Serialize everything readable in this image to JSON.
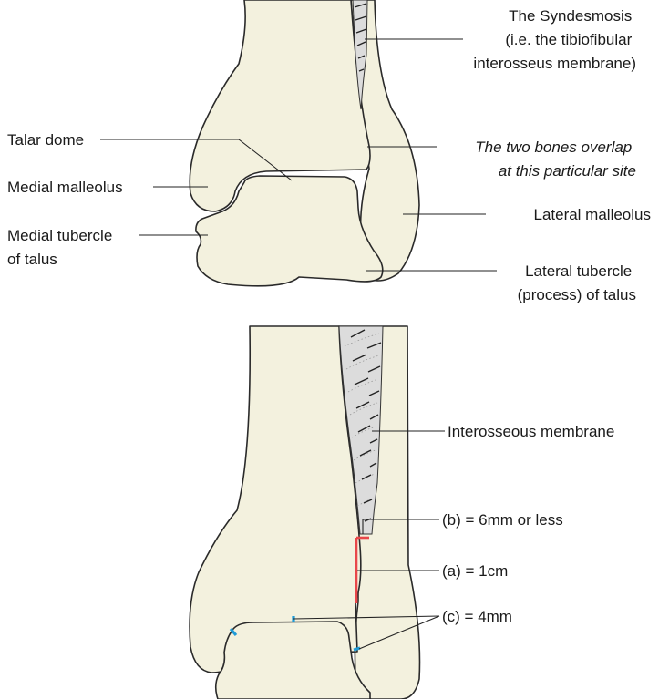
{
  "top_diagram": {
    "syndesmosis": [
      "The Syndesmosis",
      "(i.e. the tibiofibular",
      "interosseus  membrane)"
    ],
    "talar_dome": "Talar dome",
    "overlap_note": [
      "The two bones overlap",
      "at this particular site"
    ],
    "medial_malleolus": "Medial malleolus",
    "lateral_malleolus": "Lateral malleolus",
    "medial_tubercle": [
      "Medial tubercle",
      "of talus"
    ],
    "lateral_tubercle": [
      "Lateral tubercle",
      "(process) of talus"
    ]
  },
  "bottom_diagram": {
    "interosseous_membrane": "Interosseous membrane",
    "measure_b": "(b) = 6mm or less",
    "measure_a": "(a) = 1cm",
    "measure_c": "(c) = 4mm"
  },
  "colors": {
    "bone_fill": "#f3f1de",
    "measure_a_red": "#e8474a",
    "measure_c_blue": "#1f9bd7",
    "membrane_grey": "#dcdcdc"
  }
}
